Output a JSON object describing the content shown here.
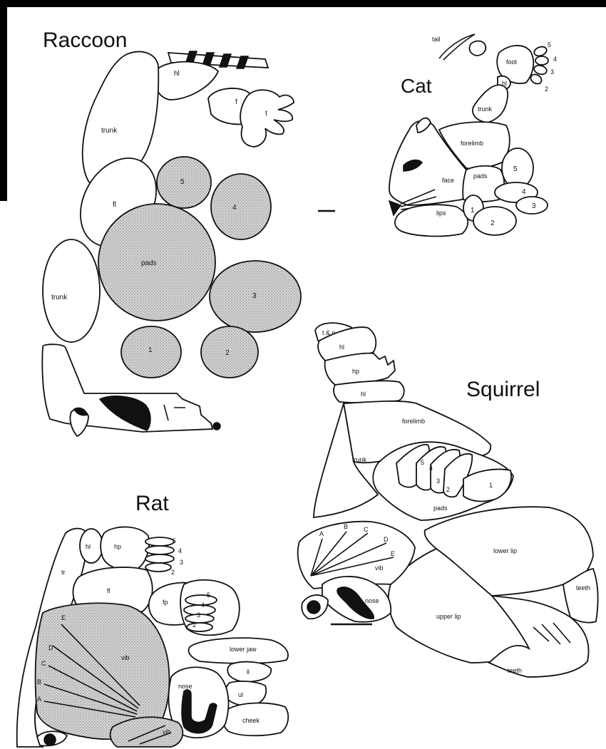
{
  "panels": {
    "raccoon": {
      "title": "Raccoon",
      "labels": {
        "hl": "hl",
        "f": "f",
        "t": "t",
        "trunk_upper": "trunk",
        "fl": "fl",
        "pad5": "5",
        "pad4": "4",
        "pads": "pads",
        "pad3": "3",
        "trunk_lower": "trunk",
        "pad1": "1",
        "pad2": "2"
      }
    },
    "cat": {
      "title": "Cat",
      "labels": {
        "tail": "tail",
        "foot": "foot",
        "hl": "hl",
        "trunk": "trunk",
        "forelimb": "forelimb",
        "face": "face",
        "pads": "pads",
        "lips": "lips",
        "d1": "1",
        "d2": "2",
        "d3": "3",
        "d4": "4",
        "d5": "5",
        "t5": "5",
        "t4": "4",
        "t3": "3",
        "t2": "2"
      }
    },
    "squirrel": {
      "title": "Squirrel",
      "labels": {
        "t_p": "t & p",
        "hl_top": "hl",
        "hp": "hp",
        "hl": "hl",
        "forelimb": "forelimb",
        "trunk": "trunk",
        "d5": "5",
        "d4": "4",
        "d3": "3",
        "d2": "2",
        "d1": "1",
        "pads": "pads",
        "lower_lip": "lower lip",
        "teeth_top": "teeth",
        "upper_lip": "upper lip",
        "teeth_bottom": "teeth",
        "vib": "vib",
        "nose": "nose",
        "wA": "A",
        "wB": "B",
        "wC": "C",
        "wD": "D",
        "wE": "E"
      }
    },
    "rat": {
      "title": "Rat",
      "labels": {
        "hl": "hl",
        "hp": "hp",
        "tr": "tr",
        "fl": "fl",
        "fp": "fp",
        "h5": "5",
        "h4": "4",
        "h3": "3",
        "h2": "2",
        "f5": "5",
        "f4": "4",
        "f3": "3",
        "f2": "2",
        "lower_jaw": "lower jaw",
        "ll": "ll",
        "ul": "ul",
        "nose": "nose",
        "cheek": "cheek",
        "vib": "vib",
        "vib_small": "vib",
        "wE": "E",
        "wD": "D",
        "wC": "C",
        "wB": "B",
        "wA": "A"
      }
    }
  }
}
